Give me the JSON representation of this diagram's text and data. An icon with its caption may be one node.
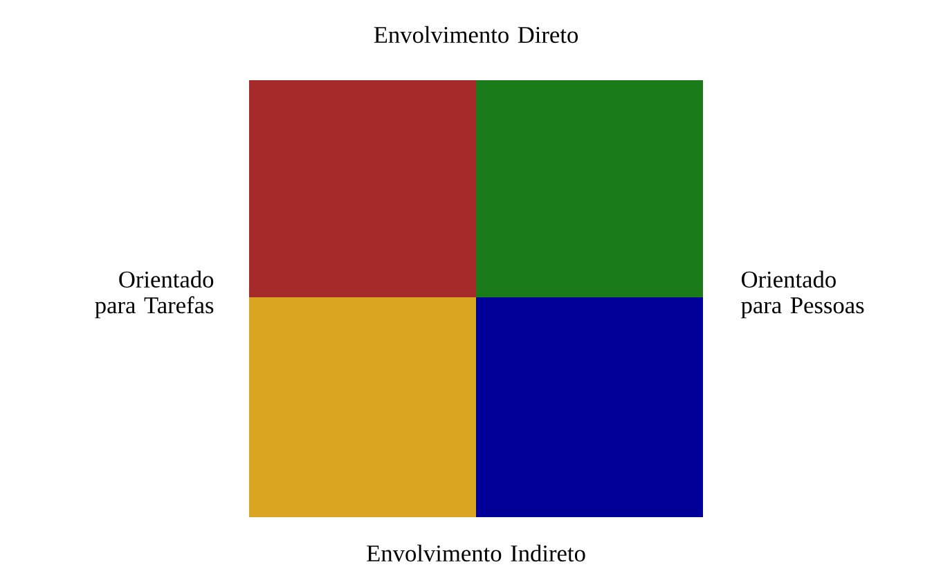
{
  "diagram": {
    "nodes": [
      {
        "text": [],
        "shape": "box"
      },
      {
        "text": [],
        "shape": "box"
      },
      {
        "text": [],
        "shape": "box"
      },
      {
        "text": [],
        "shape": "box"
      }
    ],
    "labels": [
      "Envolvimento Direto",
      "Orientado para Tarefas",
      "Orientado para Pessoas",
      "Envolvimento Indireto"
    ]
  }
}
